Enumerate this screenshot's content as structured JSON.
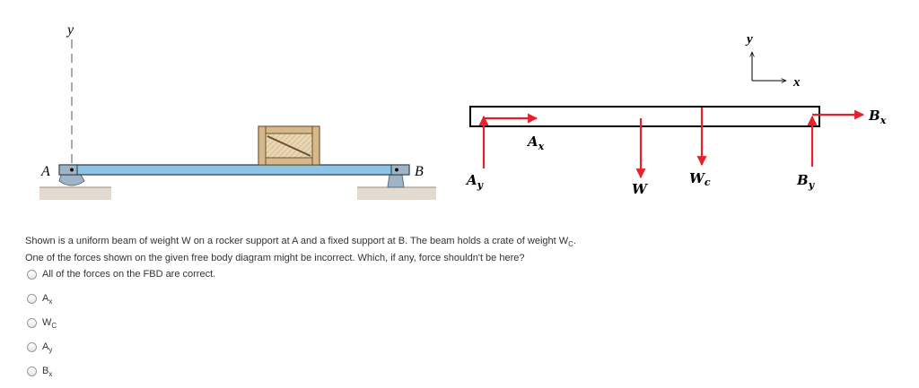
{
  "figure": {
    "left": {
      "y_axis_label": "y",
      "label_a": "A",
      "label_b": "B"
    },
    "fbd": {
      "axis_y": "y",
      "axis_x": "x",
      "forces": {
        "bx": {
          "main": "B",
          "sub": "x"
        },
        "ax": {
          "main": "A",
          "sub": "x"
        },
        "ay": {
          "main": "A",
          "sub": "y"
        },
        "w": {
          "main": "W",
          "sub": ""
        },
        "wc": {
          "main": "W",
          "sub": "c"
        },
        "by": {
          "main": "B",
          "sub": "y"
        }
      },
      "arrow_color": "#e8202a"
    }
  },
  "question": {
    "line1_text": "Shown is a uniform beam of weight W on a rocker support at A and a fixed support at B. The beam holds a crate of weight W",
    "line1_sub": "C",
    "line1_end": ".",
    "line2": "One of the forces shown on the given free body diagram might be incorrect. Which, if any, force shouldn't be here?"
  },
  "options": [
    {
      "main": "All of the forces on the FBD are correct.",
      "sub": ""
    },
    {
      "main": "A",
      "sub": "x"
    },
    {
      "main": "W",
      "sub": "C"
    },
    {
      "main": "A",
      "sub": "y"
    },
    {
      "main": "B",
      "sub": "x"
    }
  ]
}
